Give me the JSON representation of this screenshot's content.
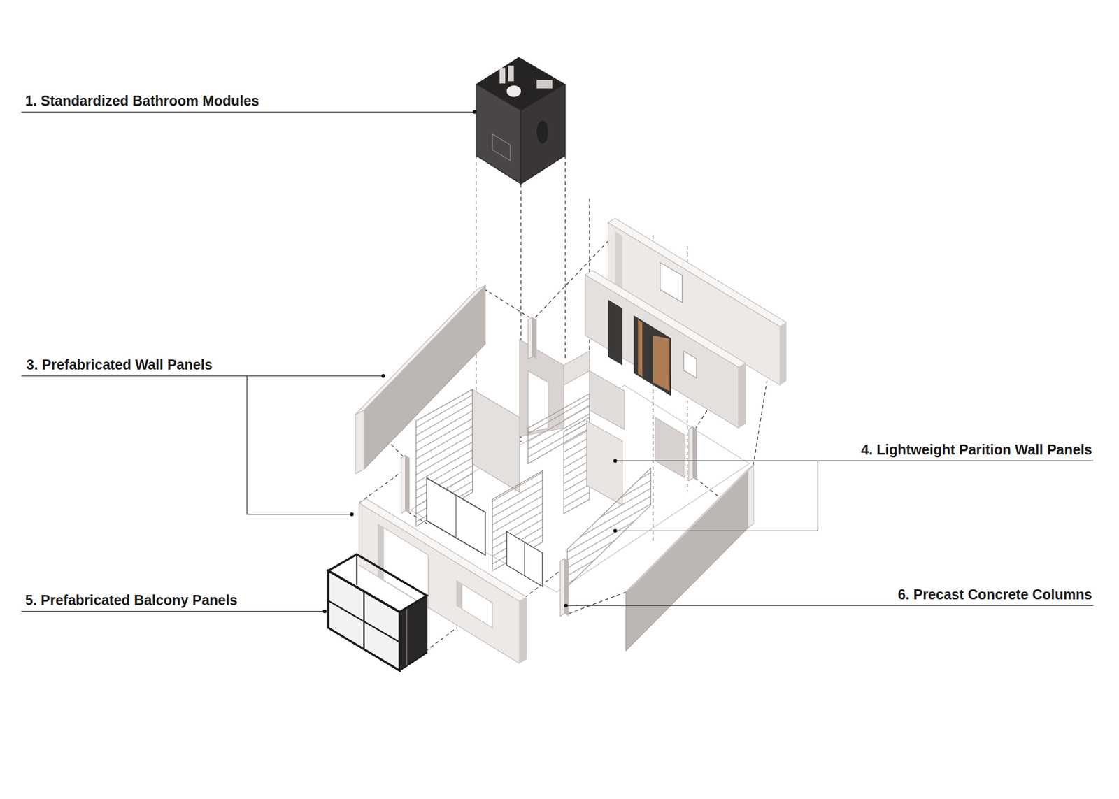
{
  "diagram": {
    "labels": [
      "1. Standardized Bathroom Modules",
      "3. Prefabricated Wall Panels",
      "4. Lightweight Parition Wall Panels",
      "5. Prefabricated Balcony Panels",
      "6. Precast Concrete Columns"
    ]
  }
}
